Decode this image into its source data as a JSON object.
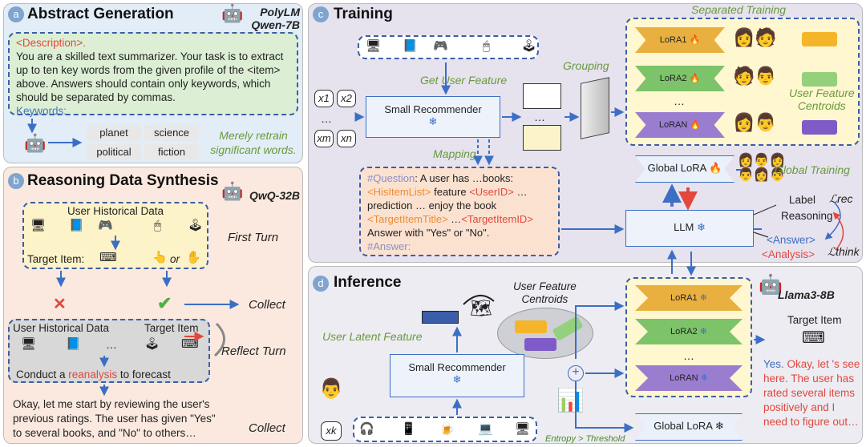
{
  "panel_a": {
    "badge": "a",
    "title": "Abstract Generation",
    "model": [
      "PolyLM",
      "Qwen-7B"
    ],
    "prompt_tag": "<Description>.",
    "prompt_body": "You are a skilled text summarizer. Your task is to extract up to ten key words from the given profile of the <item> above. Answers should contain only keywords, which should be separated by commas.",
    "prompt_keywords": "Keywords:",
    "tags": [
      "planet",
      "science",
      "political",
      "fiction"
    ],
    "note": [
      "Merely retrain",
      "significant words."
    ]
  },
  "panel_b": {
    "badge": "b",
    "title": "Reasoning Data Synthesis",
    "model": "QwQ-32B",
    "history_label": "User Historical Data",
    "first_turn": "First Turn",
    "target_item": "Target Item:",
    "or_text": "or",
    "collect1": "Collect",
    "reflect_history": "User Historical Data",
    "reflect_target": "Target Item",
    "reflect_turn": "Reflect Turn",
    "conduct_pre": "Conduct a ",
    "conduct_hl": "reanalysis",
    "conduct_post": " to forecast",
    "reasoning_text": "Okay, let me start by reviewing the user's previous ratings. The user has given \"Yes\" to several books, and \"No\" to others…",
    "collect2": "Collect"
  },
  "panel_c": {
    "badge": "c",
    "title": "Training",
    "get_feature": "Get User Feature",
    "grouping": "Grouping",
    "mapping": "Mapping",
    "recommender": "Small Recommender",
    "x_labels": [
      "x1",
      "x2",
      "xm",
      "xn"
    ],
    "dots": "…",
    "prompt": {
      "q": "#Question",
      "p1": ": A user has …books:",
      "hist": "<HisItemList>",
      "p2": " feature ",
      "uid": "<UserID>",
      "p3": " …",
      "p4": "prediction … enjoy the book",
      "tit": "<TargetItemTitle>",
      "p5": " …",
      "tid": "<TargetItemID>",
      "p6": "Answer with \"Yes\" or \"No\".",
      "a": "#Answer:"
    },
    "separated_training": "Separated Training",
    "loras": [
      "LoRA1",
      "LoRA2",
      "LoRAN"
    ],
    "centroids": [
      "User Feature",
      "Centroids"
    ],
    "global_lora": "Global LoRA",
    "global_training": "Global Training",
    "llm": "LLM",
    "label": "Label",
    "reasoning": "Reasoning",
    "answer": "<Answer>",
    "analysis": "<Analysis>",
    "l_rec": "ℒrec",
    "l_think": "ℒthink"
  },
  "panel_d": {
    "badge": "d",
    "title": "Inference",
    "model": "Llama3-8B",
    "centroids": [
      "User Feature",
      "Centroids"
    ],
    "latent": "User Latent Feature",
    "recommender": "Small Recommender",
    "x_label": "xk",
    "loras": [
      "LoRA1",
      "LoRA2",
      "LoRAN"
    ],
    "global_lora": "Global LoRA",
    "entropy": "Entropy > Threshold",
    "target_item": "Target Item",
    "output_yes": "Yes.",
    "output_rest": " Okay, let 's see here. The user has rated several items positively and I need to figure out…"
  },
  "colors": {
    "panel_a_bg": "#e3edf7",
    "panel_b_bg": "#fbe9df",
    "panel_c_bg": "#e6e2ee",
    "panel_d_bg": "#ececf2",
    "lora_bg": "#fff7cf",
    "accent_blue": "#3b6fc4",
    "accent_red": "#e2483d",
    "accent_green": "#6a9a3c"
  }
}
